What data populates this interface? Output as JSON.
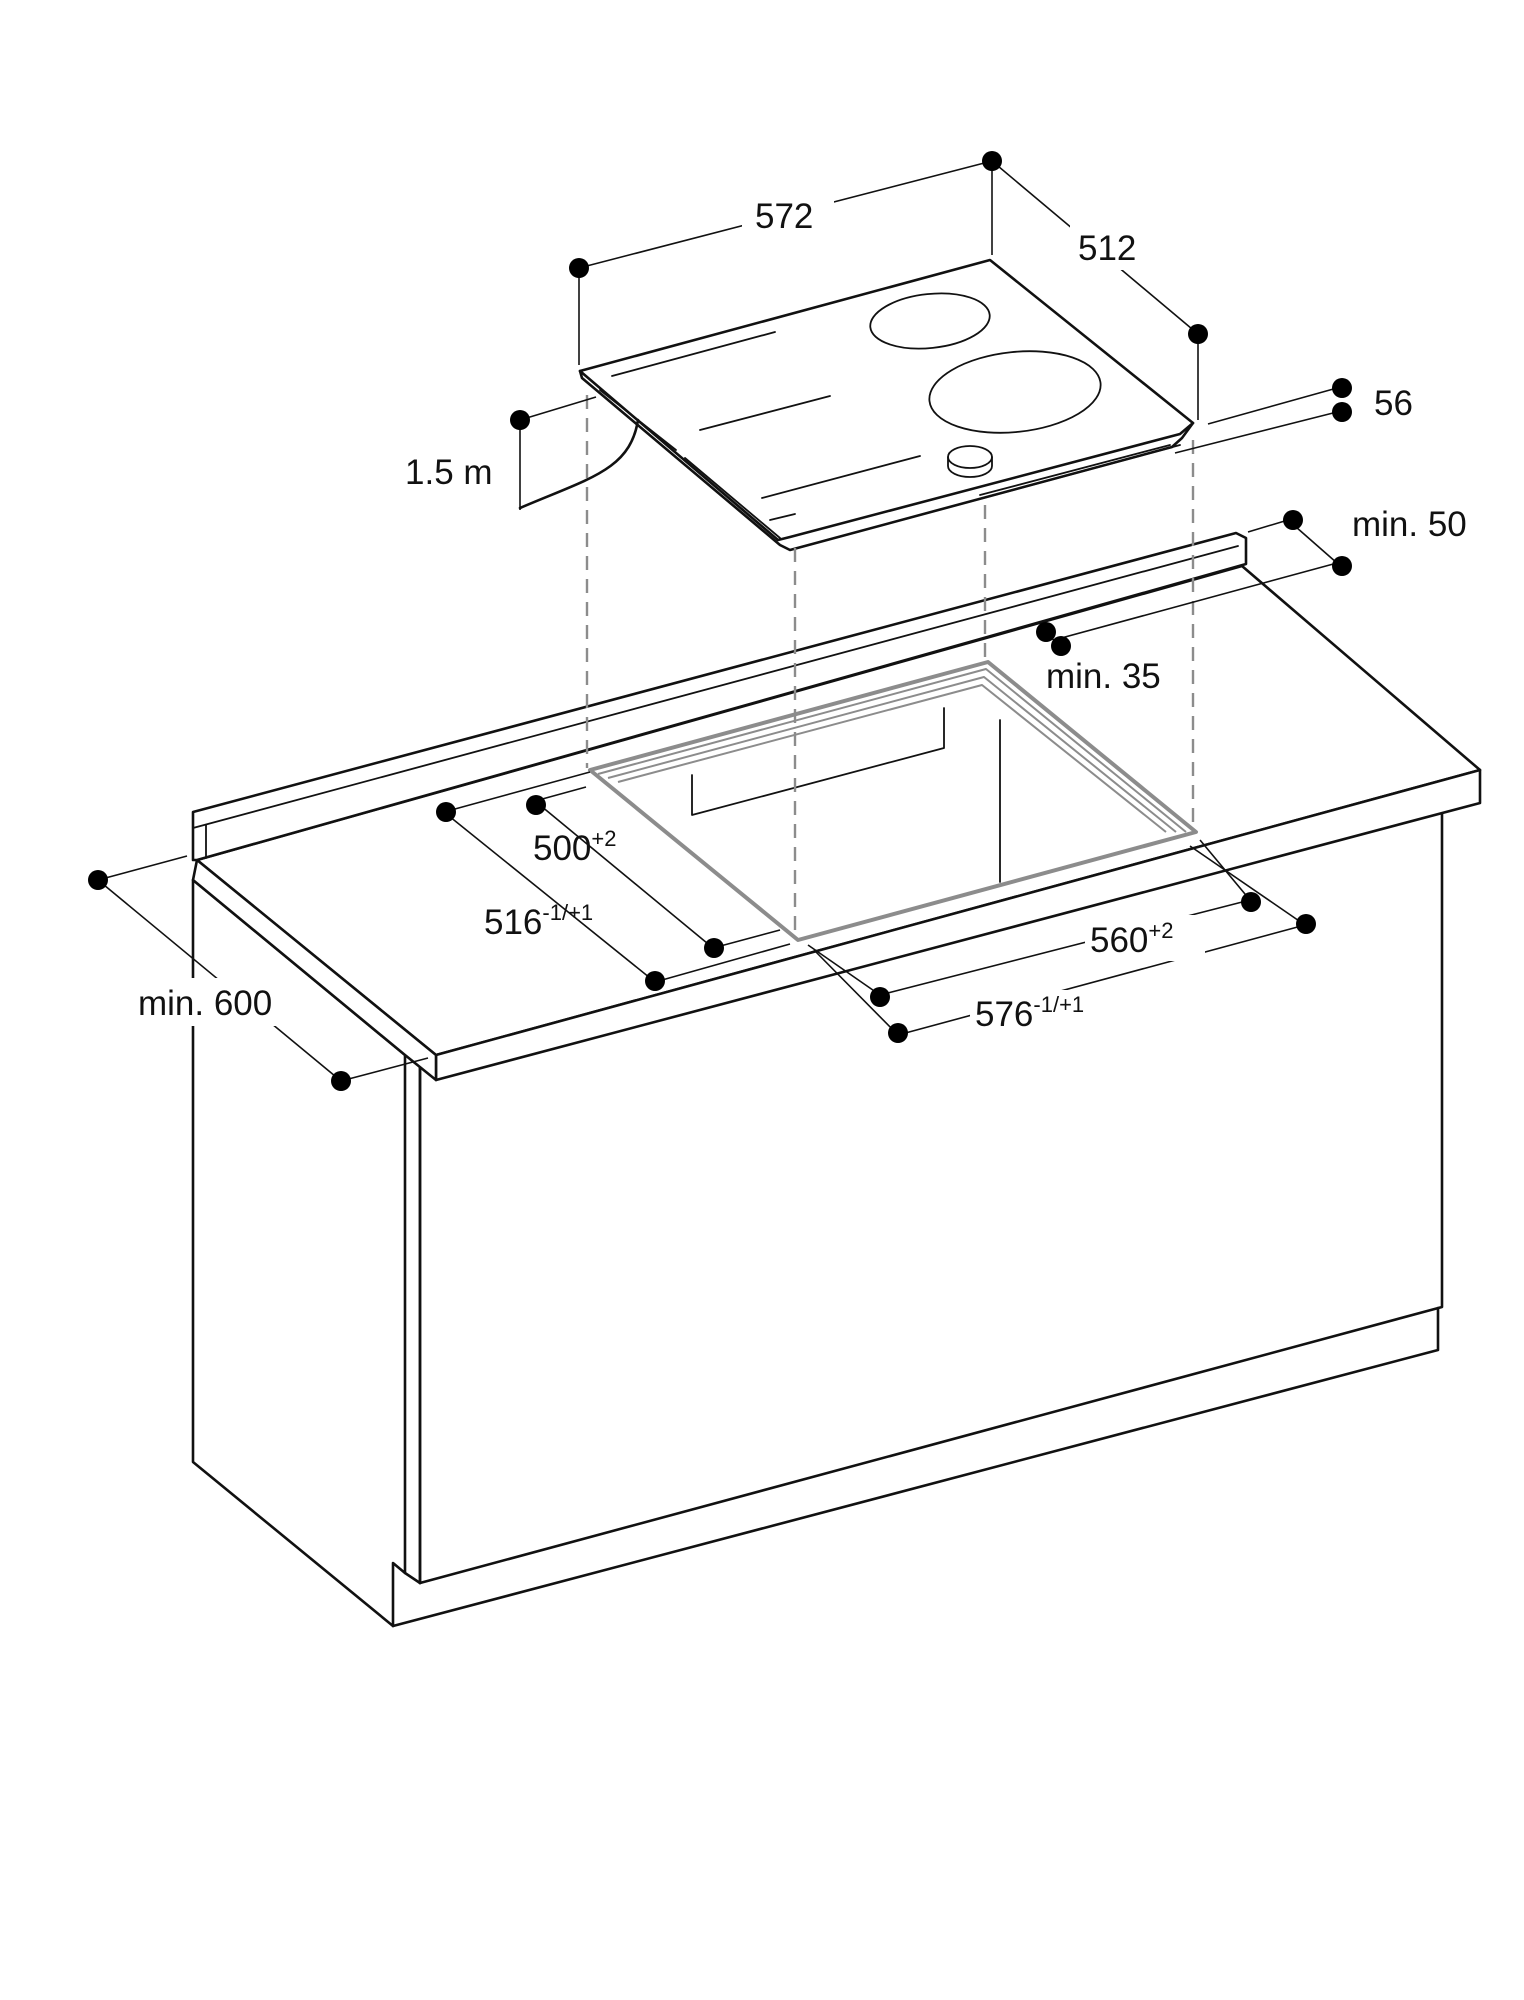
{
  "dimensions": {
    "hob_width": "572",
    "hob_depth": "512",
    "hob_height": "56",
    "cable_length": "1.5 m",
    "rear_clearance": "min. 50",
    "cutout_rear_margin": "min. 35",
    "worktop_depth": "min. 600",
    "cutout_depth": {
      "value": "500",
      "tolerance": "+2"
    },
    "cutout_depth_alt": {
      "value": "516",
      "tolerance": "-1/+1"
    },
    "cutout_width": {
      "value": "560",
      "tolerance": "+2"
    },
    "cutout_width_alt": {
      "value": "576",
      "tolerance": "-1/+1"
    }
  },
  "colors": {
    "outline": "#111111",
    "cutout": "#8c8c8c",
    "dimension_dot": "#000000"
  }
}
